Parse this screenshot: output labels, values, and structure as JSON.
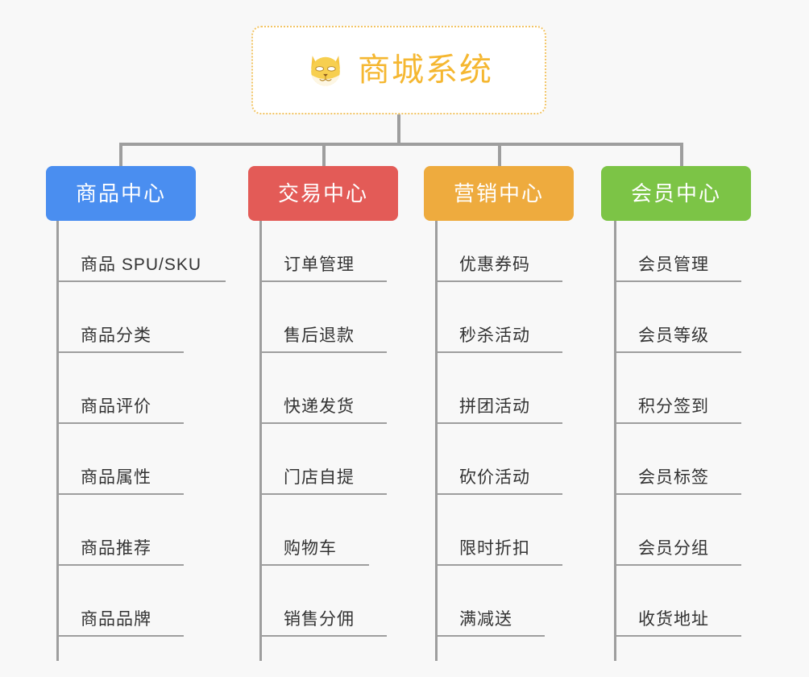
{
  "root": {
    "title": "商城系统",
    "icon": "dog-face-emoji",
    "border_color": "#f2c464",
    "title_color": "#f5b731"
  },
  "canvas": {
    "background": "#f8f8f8",
    "connector_color": "#9e9e9e"
  },
  "categories": [
    {
      "label": "商品中心",
      "color": "#4a8ef0",
      "items": [
        "商品 SPU/SKU",
        "商品分类",
        "商品评价",
        "商品属性",
        "商品推荐",
        "商品品牌"
      ]
    },
    {
      "label": "交易中心",
      "color": "#e35b57",
      "items": [
        "订单管理",
        "售后退款",
        "快递发货",
        "门店自提",
        "购物车",
        "销售分佣"
      ]
    },
    {
      "label": "营销中心",
      "color": "#eeab3e",
      "items": [
        "优惠券码",
        "秒杀活动",
        "拼团活动",
        "砍价活动",
        "限时折扣",
        "满减送"
      ]
    },
    {
      "label": "会员中心",
      "color": "#7cc446",
      "items": [
        "会员管理",
        "会员等级",
        "积分签到",
        "会员标签",
        "会员分组",
        "收货地址"
      ]
    }
  ]
}
